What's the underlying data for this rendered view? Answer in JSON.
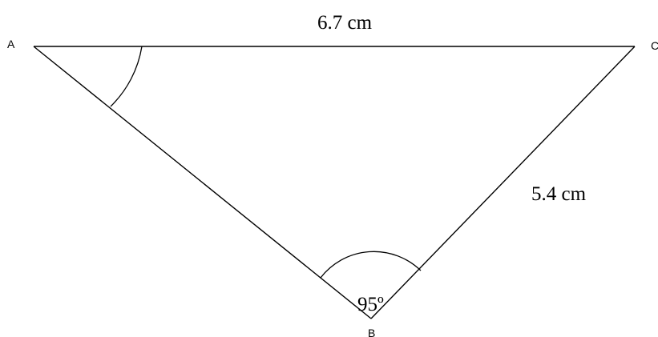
{
  "triangle": {
    "vertices": {
      "a": "A",
      "b": "B",
      "c": "C"
    },
    "side_ac": "6.7 cm",
    "side_bc": "5.4 cm",
    "angle_b": "95º"
  }
}
